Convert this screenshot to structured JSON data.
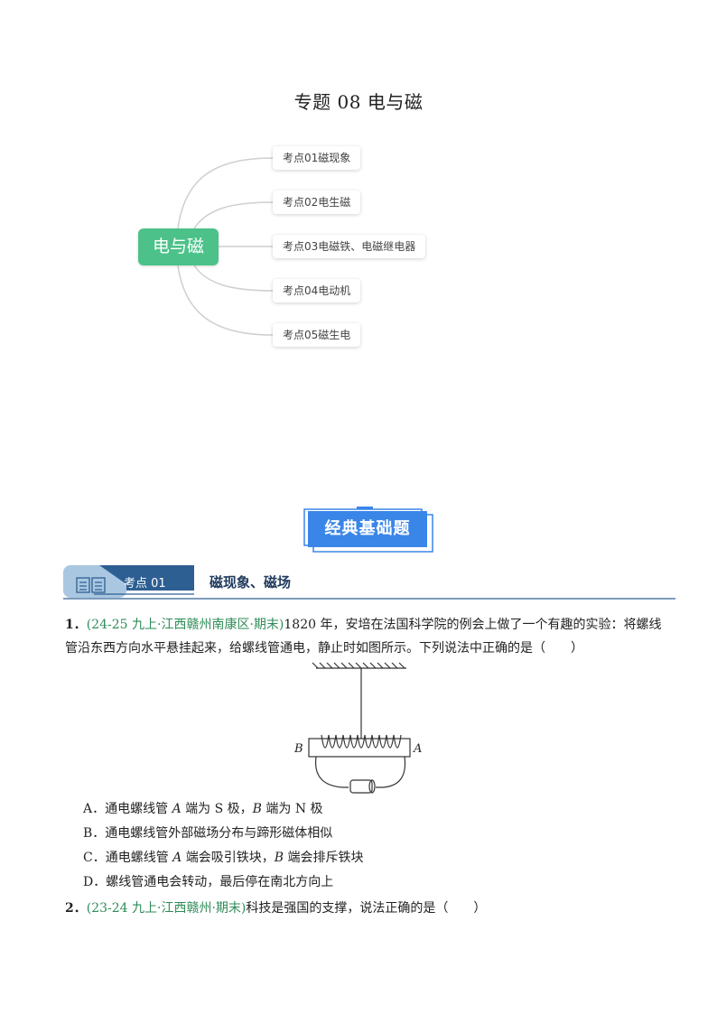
{
  "title": "专题 08 电与磁",
  "mindmap": {
    "root": "电与磁",
    "branches": [
      "考点01磁现象",
      "考点02电生磁",
      "考点03电磁铁、电磁继电器",
      "考点04电动机",
      "考点05磁生电"
    ]
  },
  "banner": "经典基础题",
  "section": {
    "badge": "考点 01",
    "title": "磁现象、磁场"
  },
  "questions": [
    {
      "num": "1．",
      "source": "(24-25 九上·江西赣州南康区·期末)",
      "line1": "1820 年，安培在法国科学院的例会上做了一个有趣的实验：将螺线",
      "line2": "管沿东西方向水平悬挂起来，给螺线管通电，静止时如图所示。下列说法中正确的是（　　）",
      "figure_labels": {
        "left": "B",
        "right": "A"
      },
      "options": {
        "A_pre": "A．通电螺线管 ",
        "A_v1": "A",
        "A_mid": " 端为 S 极，",
        "A_v2": "B",
        "A_post": " 端为 N 极",
        "B": "B．通电螺线管外部磁场分布与蹄形磁体相似",
        "C_pre": "C．通电螺线管 ",
        "C_v1": "A",
        "C_mid": " 端会吸引铁块，",
        "C_v2": "B",
        "C_post": " 端会排斥铁块",
        "D": "D．螺线管通电会转动，最后停在南北方向上"
      }
    },
    {
      "num": "2．",
      "source": "(23-24 九上·江西赣州·期末)",
      "line1": "科技是强国的支撑，说法正确的是（　　）"
    }
  ],
  "colors": {
    "root": "#4cc28a",
    "banner": "#3a86e8",
    "source": "#2e8b57",
    "section": "#2d5f93"
  }
}
